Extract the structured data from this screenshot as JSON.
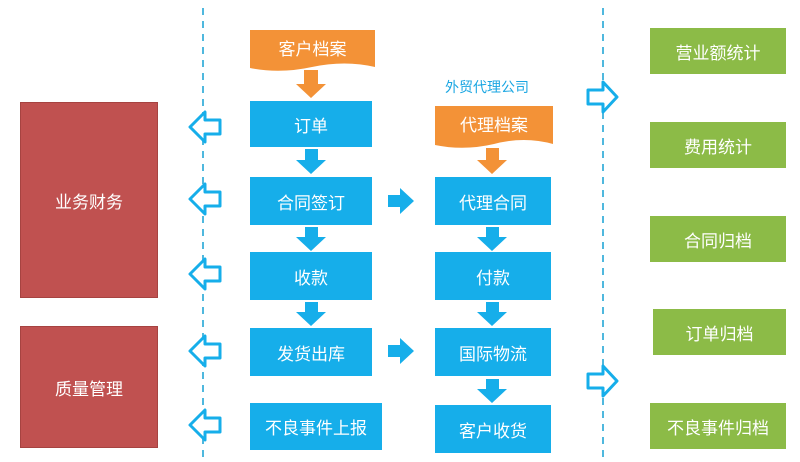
{
  "colors": {
    "blue": "#16aeea",
    "orange": "#f39237",
    "green": "#8cbb47",
    "red": "#c05150",
    "dashed_line": "#4fb8de"
  },
  "left_column": {
    "business_finance": "业务财务",
    "quality_management": "质量管理"
  },
  "center_column": {
    "customer_archive": "客户档案",
    "order": "订单",
    "contract_signing": "合同签订",
    "payment_received": "收款",
    "shipment_outbound": "发货出库",
    "defect_report": "不良事件上报"
  },
  "agent_column": {
    "caption": "外贸代理公司",
    "agent_archive": "代理档案",
    "agent_contract": "代理合同",
    "payment": "付款",
    "international_logistics": "国际物流",
    "customer_receipt": "客户收货"
  },
  "right_column": {
    "revenue_statistics": "营业额统计",
    "expense_statistics": "费用统计",
    "contract_archiving": "合同归档",
    "order_archiving": "订单归档",
    "defect_archiving": "不良事件归档"
  }
}
